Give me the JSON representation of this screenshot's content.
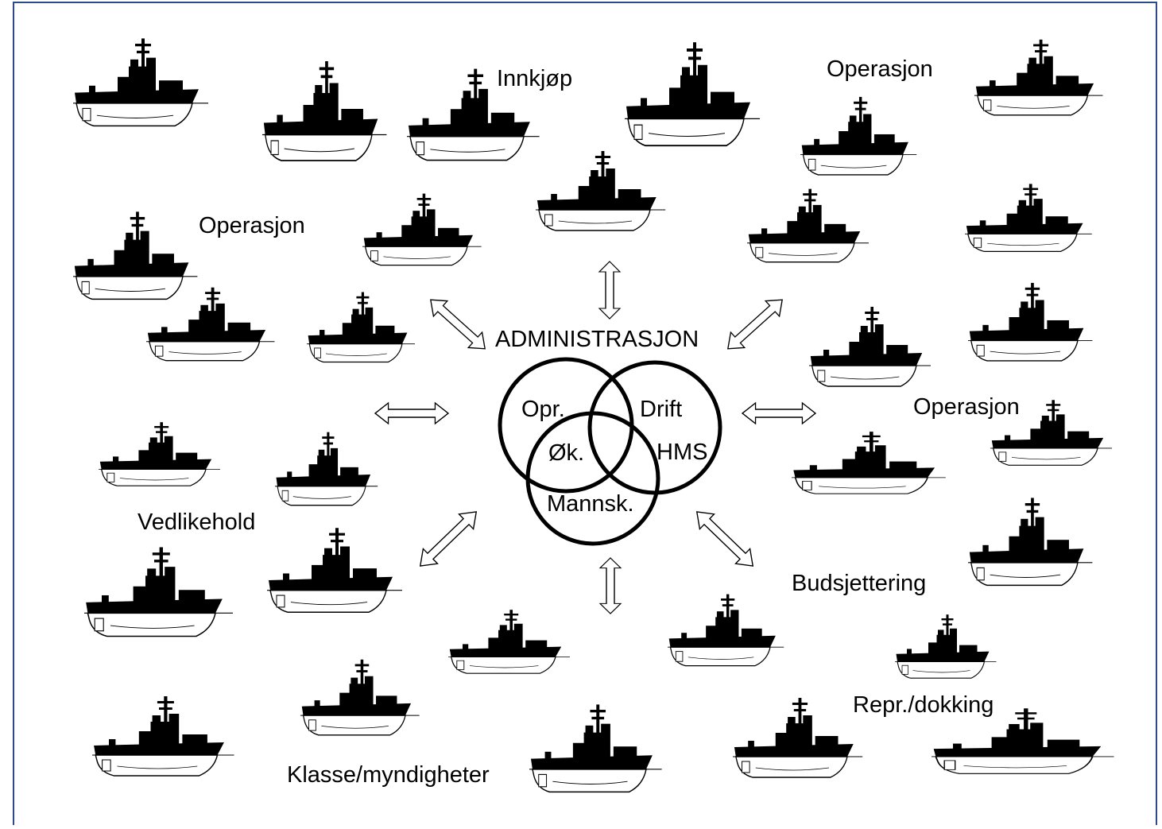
{
  "colors": {
    "frame": "#2e4a8c",
    "ink": "#000000",
    "paper": "#ffffff"
  },
  "center": {
    "title": "ADMINISTRASJON",
    "circles": {
      "opr": "Opr.",
      "drift": "Drift",
      "ok": "Øk.",
      "hms": "HMS",
      "mannsk": "Mannsk."
    }
  },
  "labels": {
    "innkjop": "Innkjøp",
    "operasjon_top_right": "Operasjon",
    "operasjon_left": "Operasjon",
    "operasjon_right": "Operasjon",
    "vedlikehold": "Vedlikehold",
    "budsjettering": "Budsjettering",
    "repr_dokking": "Repr./dokking",
    "klasse_myndigheter": "Klasse/myndigheter"
  },
  "icons": {
    "ship": "tugboat-silhouette-icon",
    "arrow": "double-headed-arrow-icon"
  }
}
